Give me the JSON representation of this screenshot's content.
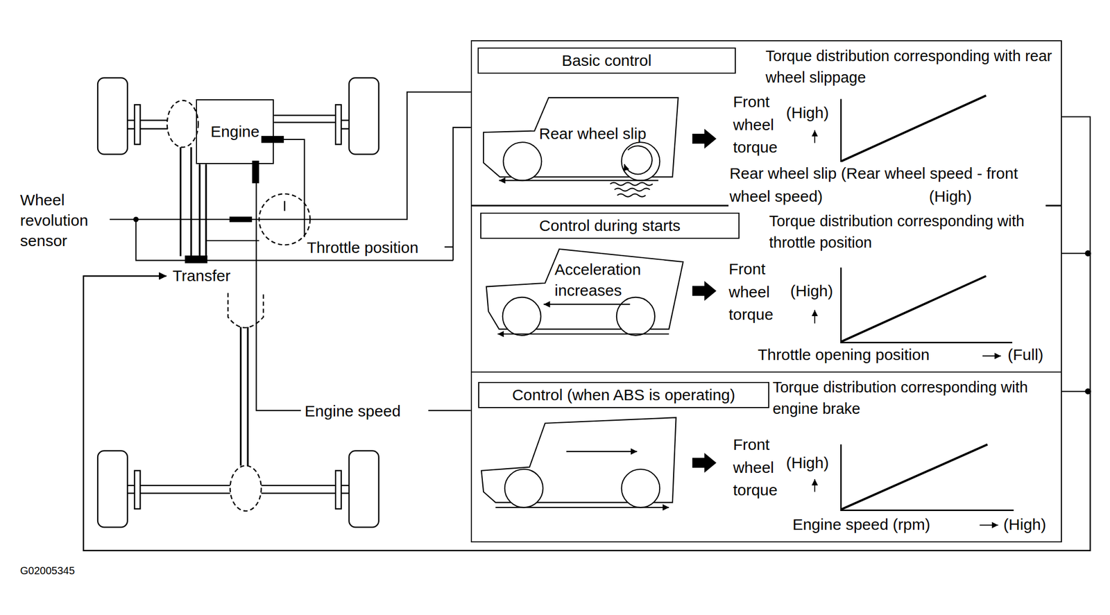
{
  "diagram": {
    "nodes": [
      {
        "text": [
          "Engine"
        ]
      },
      {
        "text": [
          "Transfer"
        ]
      },
      {
        "text": [
          "Torque distribution corresponding with rear wheel slippage"
        ]
      },
      {
        "text": [
          "Basic control"
        ],
        "in": 2
      },
      {
        "text": [
          "Torque distribution corresponding with throttle position"
        ]
      },
      {
        "text": [
          "Control during starts"
        ],
        "in": 4
      },
      {
        "text": [
          "Torque distribution corresponding with engine brake"
        ]
      },
      {
        "text": [
          "Control (when ABS is operating)"
        ],
        "in": 6
      }
    ],
    "edges": [
      {
        "from": 2,
        "to": 1,
        "arrow": "to"
      },
      {
        "from": 4,
        "to": 1,
        "arrow": "to"
      },
      {
        "from": 6,
        "to": 1,
        "arrow": "to"
      }
    ],
    "labels": [
      "Wheel revolution sensor",
      "Throttle position",
      "Engine speed",
      "Rear wheel slip",
      "Front wheel torque",
      "(High)",
      "Rear wheel slip (Rear wheel speed - front wheel speed)",
      "(High)",
      "Acceleration increases",
      "Front wheel torque",
      "(High)",
      "Throttle opening position",
      "(Full)",
      "Front wheel torque",
      "(High)",
      "Engine speed (rpm)",
      "(High)",
      "G02005345"
    ]
  }
}
